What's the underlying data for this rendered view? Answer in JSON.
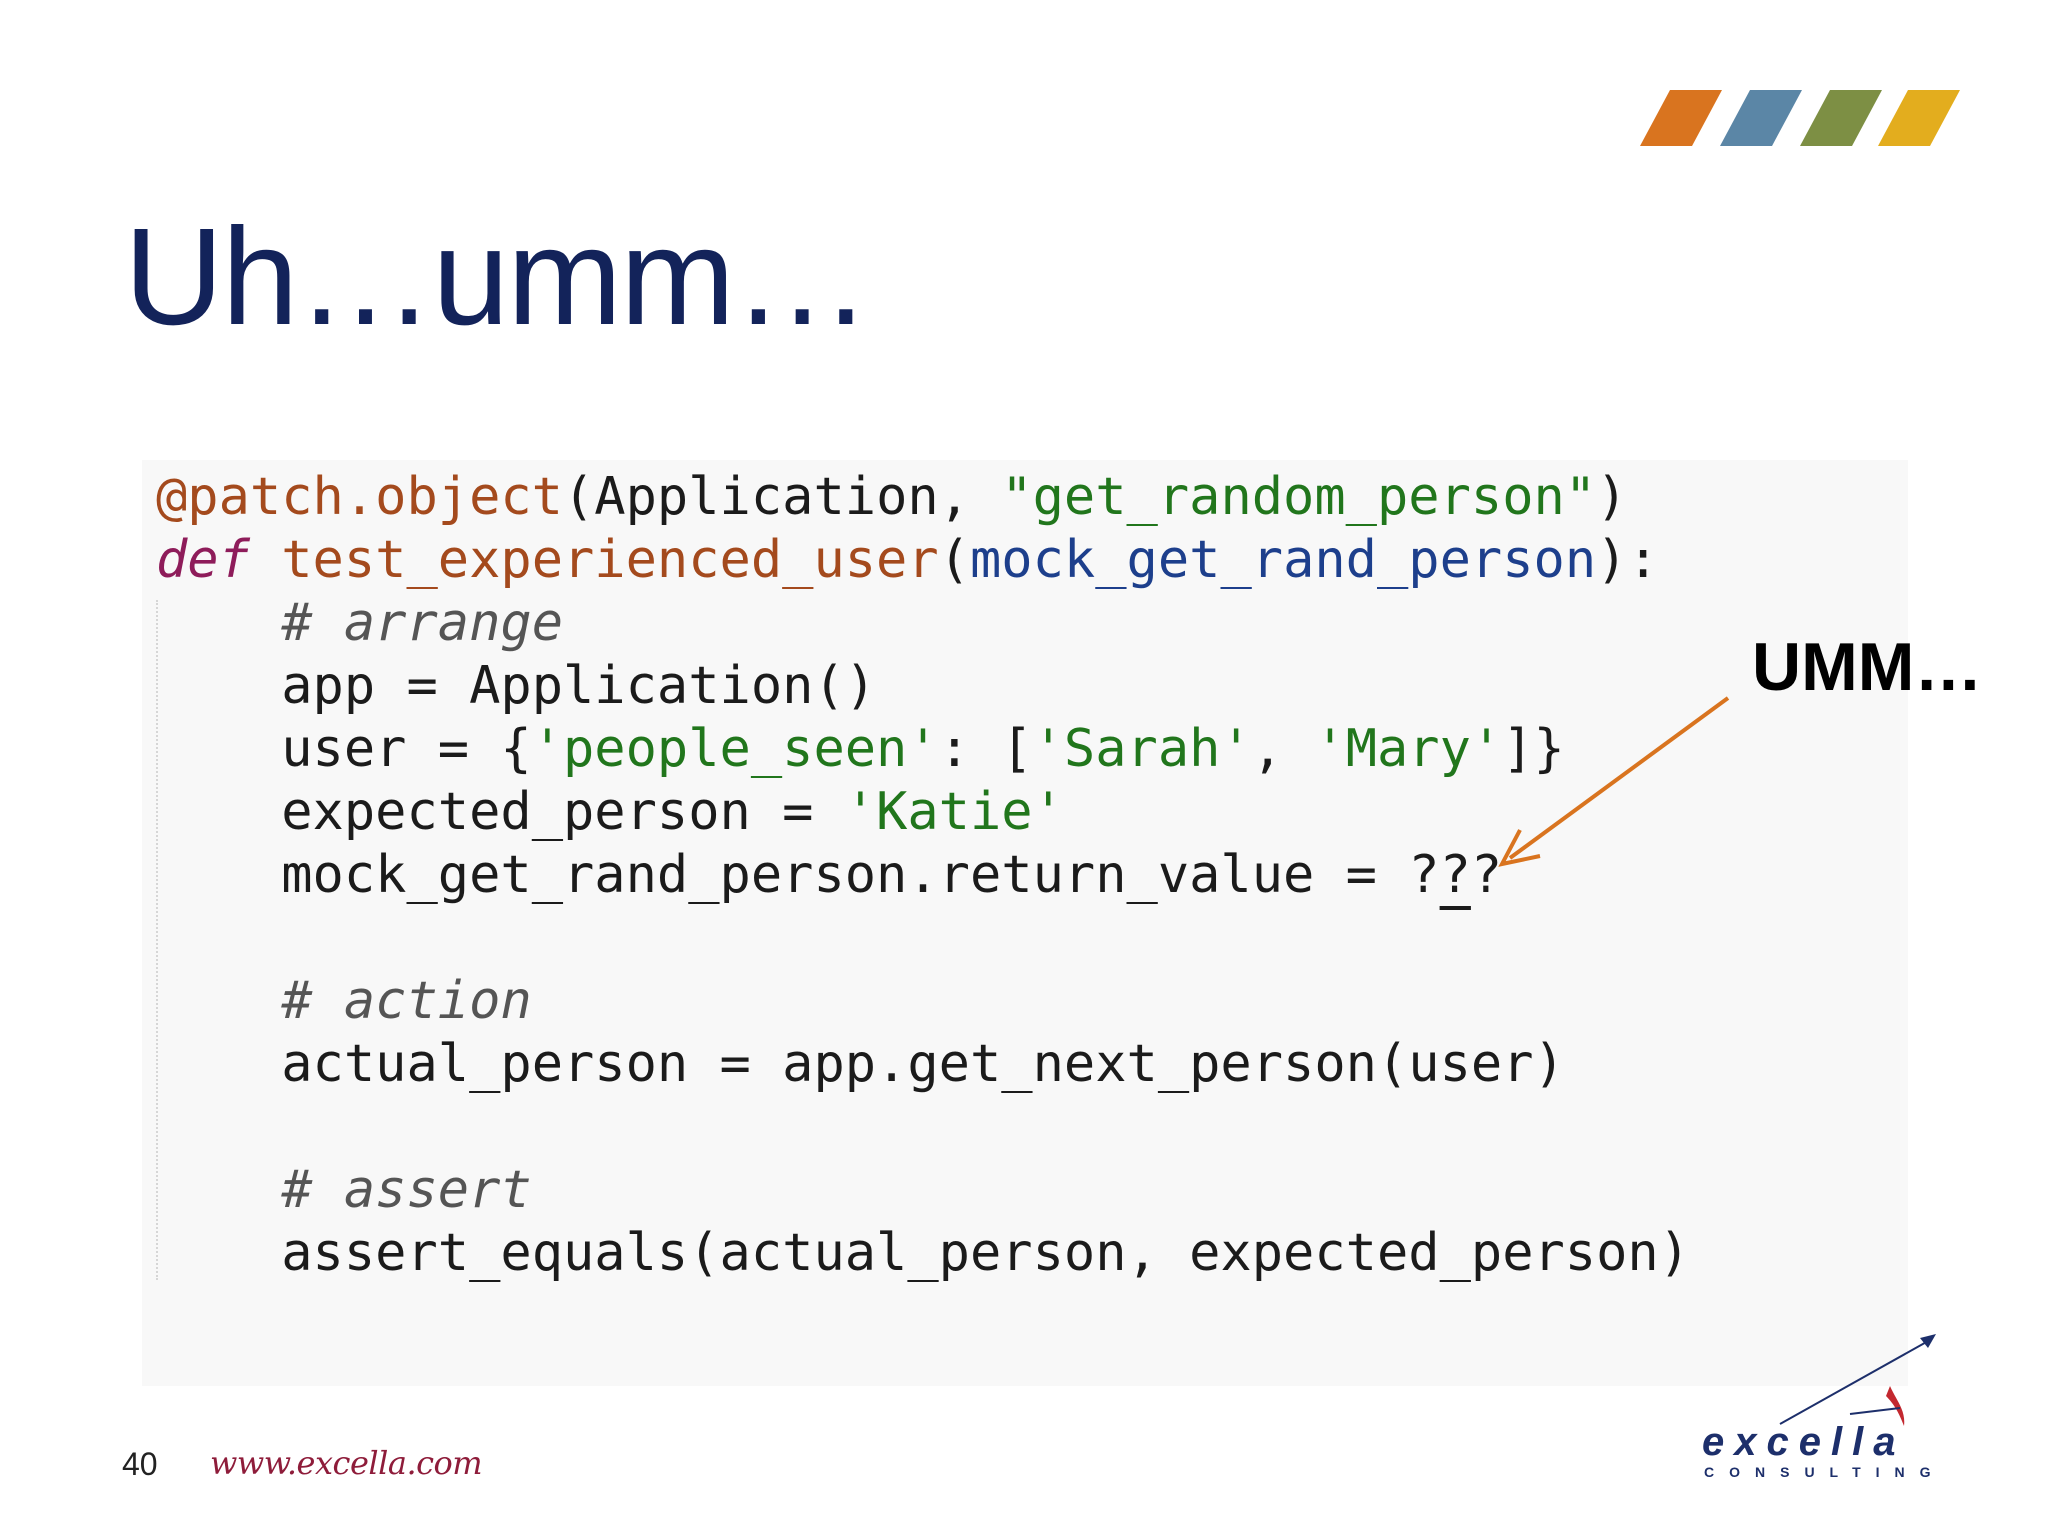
{
  "slide": {
    "title": "Uh…umm…",
    "annotation": "UMM…",
    "page_number": "40",
    "website": "www.excella.com",
    "stripe_colors": [
      "#d9741f",
      "#5b86a6",
      "#7d8f44",
      "#e3ad1e"
    ],
    "arrow_color": "#d9741f"
  },
  "code": {
    "l1": {
      "decorator": "@patch.object",
      "p1": "(Application, ",
      "str": "\"get_random_person\"",
      "p2": ")"
    },
    "l2": {
      "kw": "def",
      "fn": "test_experienced_user",
      "open": "(",
      "param": "mock_get_rand_person",
      "close": "):"
    },
    "l3": {
      "comment": "# arrange"
    },
    "l4": {
      "text": "app = Application()"
    },
    "l5": {
      "pre": "user = {",
      "s1": "'people_seen'",
      "mid": ": [",
      "s2": "'Sarah'",
      "comma": ", ",
      "s3": "'Mary'",
      "post": "]}"
    },
    "l6": {
      "pre": "expected_person = ",
      "str": "'Katie'"
    },
    "l7": {
      "pre": "mock_get_rand_person.return_value = ?",
      "cursor": "?",
      "post": "?"
    },
    "l8": {
      "comment": "# action"
    },
    "l9": {
      "text": "actual_person = app.get_next_person(user)"
    },
    "l10": {
      "comment": "# assert"
    },
    "l11": {
      "text": "assert_equals(actual_person, expected_person)"
    }
  },
  "logo": {
    "wordmark": "excella",
    "tagline": "CONSULTING",
    "icon": "rocket-swoosh-icon"
  }
}
